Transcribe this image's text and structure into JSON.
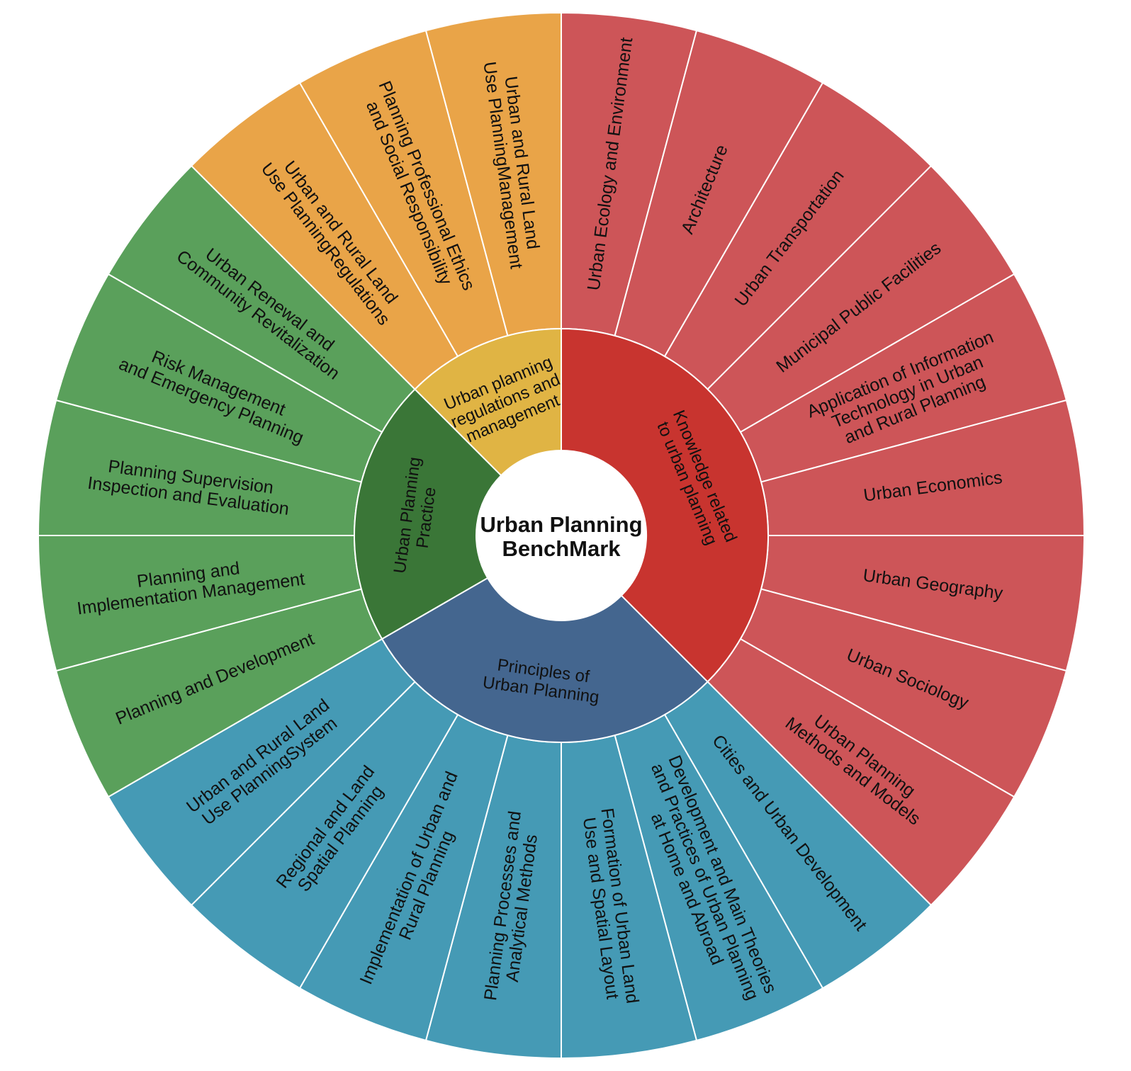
{
  "title": "Urban Planning BenchMark",
  "title_lines": [
    "Urban Planning",
    "BenchMark"
  ],
  "chart_data": {
    "type": "sunburst",
    "center": "Urban Planning BenchMark",
    "categories": [
      {
        "name": "Knowledge related to urban planning",
        "label_lines": [
          "Knowledge related",
          "to urban planning"
        ],
        "color": "#c8342f",
        "child_color": "#cd5558",
        "children": [
          {
            "name": "Urban Ecology and Environment",
            "lines": [
              "Urban Ecology and Environment"
            ]
          },
          {
            "name": "Architecture",
            "lines": [
              "Architecture"
            ]
          },
          {
            "name": "Urban Transportation",
            "lines": [
              "Urban Transportation"
            ]
          },
          {
            "name": "Municipal Public Facilities",
            "lines": [
              "Municipal Public Facilities"
            ]
          },
          {
            "name": "Application of Information Technology in Urban and Rural Planning",
            "lines": [
              "Application of Information",
              "Technology in Urban",
              "and Rural Planning"
            ]
          },
          {
            "name": "Urban Economics",
            "lines": [
              "Urban Economics"
            ]
          },
          {
            "name": "Urban Geography",
            "lines": [
              "Urban Geography"
            ]
          },
          {
            "name": "Urban Sociology",
            "lines": [
              "Urban Sociology"
            ]
          },
          {
            "name": "Urban Planning Methods and Models",
            "lines": [
              "Urban Planning",
              "Methods and Models"
            ]
          }
        ]
      },
      {
        "name": "Principles of Urban Planning",
        "label_lines": [
          "Principles of",
          "Urban Planning"
        ],
        "color": "#44668f",
        "child_color": "#459ab5",
        "children": [
          {
            "name": "Cities and Urban Development",
            "lines": [
              "Cities and Urban Development"
            ]
          },
          {
            "name": "Development and Main Theories and Practices of Urban Planning at Home and Abroad",
            "lines": [
              "Development and Main Theories",
              "and Practices of Urban Planning",
              "at Home and Abroad"
            ]
          },
          {
            "name": "Formation of Urban Land Use and Spatial Layout",
            "lines": [
              "Formation of Urban Land",
              "Use and Spatial Layout"
            ]
          },
          {
            "name": "Planning Processes and Analytical Methods",
            "lines": [
              "Planning Processes and",
              "Analytical Methods"
            ]
          },
          {
            "name": "Implementation of Urban and Rural Planning",
            "lines": [
              "Implementation of Urban and",
              "Rural Planning"
            ]
          },
          {
            "name": "Regional and Land Spatial Planning",
            "lines": [
              "Regional and Land",
              "Spatial Planning"
            ]
          },
          {
            "name": "Urban and Rural Land Use PlanningSystem",
            "lines": [
              "Urban and Rural Land",
              "Use PlanningSystem"
            ]
          }
        ]
      },
      {
        "name": "Urban Planning Practice",
        "label_lines": [
          "Urban Planning",
          "Practice"
        ],
        "color": "#3a7637",
        "child_color": "#5aa05b",
        "children": [
          {
            "name": "Planning and Development",
            "lines": [
              "Planning and Development"
            ]
          },
          {
            "name": "Planning and Implementation Management",
            "lines": [
              "Planning and",
              "Implementation Management"
            ]
          },
          {
            "name": "Planning Supervision Inspection and Evaluation",
            "lines": [
              "Planning Supervision",
              "Inspection and Evaluation"
            ]
          },
          {
            "name": "Risk Management and Emergency Planning",
            "lines": [
              "Risk Management",
              "and Emergency Planning"
            ]
          },
          {
            "name": "Urban Renewal and Community Revitalization",
            "lines": [
              "Urban Renewal and",
              "Community Revitalization"
            ]
          }
        ]
      },
      {
        "name": "Urban planning regulations and management",
        "label_lines": [
          "Urban planning",
          "regulations and",
          "management"
        ],
        "color": "#e0b444",
        "child_color": "#e9a448",
        "children": [
          {
            "name": "Urban and Rural Land Use PlanningRegulations",
            "lines": [
              "Urban and Rural Land",
              "Use PlanningRegulations"
            ]
          },
          {
            "name": "Planning Professional Ethics and Social Responsibility",
            "lines": [
              "Planning Professional Ethics",
              "and Social Responsibility"
            ]
          },
          {
            "name": "Urban and Rural Land Use PlanningManagement",
            "lines": [
              "Urban and Rural Land",
              "Use PlanningManagement"
            ]
          }
        ]
      }
    ]
  }
}
